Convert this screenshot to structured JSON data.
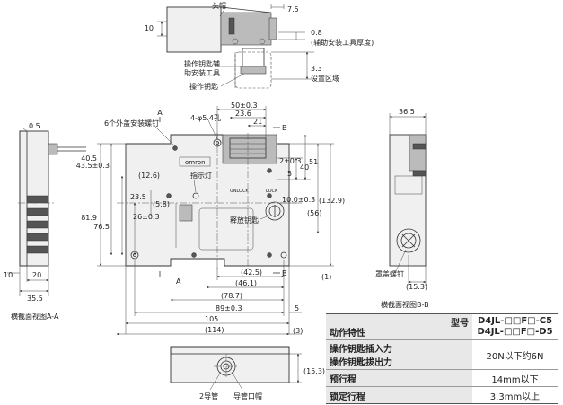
{
  "labels": {
    "head": "头帽",
    "key_aid": "操作钥匙辅",
    "key_aid2": "助安装工具",
    "op_key": "操作钥匙",
    "aux_thickness": "(辅助安装工具厚度)",
    "setting_area": "设置区域",
    "cover_screws": "6个外盖安装螺钉",
    "holes": "4-φ5.4孔",
    "indicator": "指示灯",
    "release_key": "释放钥匙",
    "cover_screw": "罩盖螺钉",
    "conduit2": "2导管",
    "conduit_mouth": "导管口帽",
    "view_aa": "横截面视图A-A",
    "view_bb": "横截面视图B-B",
    "brand": "omron",
    "arrow_a": "A",
    "arrow_b": "B",
    "unlock": "UNLOCK",
    "lock": "LOCK"
  },
  "dimensions": {
    "d7_5": "7.5",
    "d10_top": "10",
    "d0_8": "0.8",
    "d3_3": "3.3",
    "d0_5": "0.5",
    "d50": "50±0.3",
    "d23_6": "23.6",
    "d21": "21",
    "d36_5": "36.5",
    "d40_5": "40.5",
    "d43_5": "43.5±0.3",
    "d12_6": "(12.6)",
    "d23_5": "23.5",
    "d5_8": "(5.8)",
    "d26": "26±0.3",
    "d81_9": "81.9",
    "d76_5": "76.5",
    "d2": "2±0.3",
    "d5": "5",
    "d40": "40",
    "d51": "51",
    "d10_03": "10.0±0.3",
    "d132_9": "(132.9)",
    "d56": "(56)",
    "d1": "(1)",
    "d42_5": "(42.5)",
    "d46_1": "(46.1)",
    "d78_7": "(78.7)",
    "d89": "89±0.3",
    "d105": "105",
    "d114": "(114)",
    "d5b": "5",
    "d3": "(3)",
    "d20": "20",
    "d10_left": "10",
    "d35_5": "35.5",
    "d15_3a": "(15.3)",
    "d15_3b": "(15.3)"
  },
  "spec": {
    "corner": "型号",
    "head_label": "动作特性",
    "model1": "D4JL-□□F□-C5",
    "model2": "D4JL-□□F□-D5",
    "rows": [
      {
        "label1": "操作钥匙插入力",
        "label2": "操作钥匙拔出力",
        "value": "20N以下约6N"
      },
      {
        "label1": "预行程",
        "label2": "",
        "value": "14mm以下"
      },
      {
        "label1": "锁定行程",
        "label2": "",
        "value": "3.3mm以上"
      }
    ]
  }
}
